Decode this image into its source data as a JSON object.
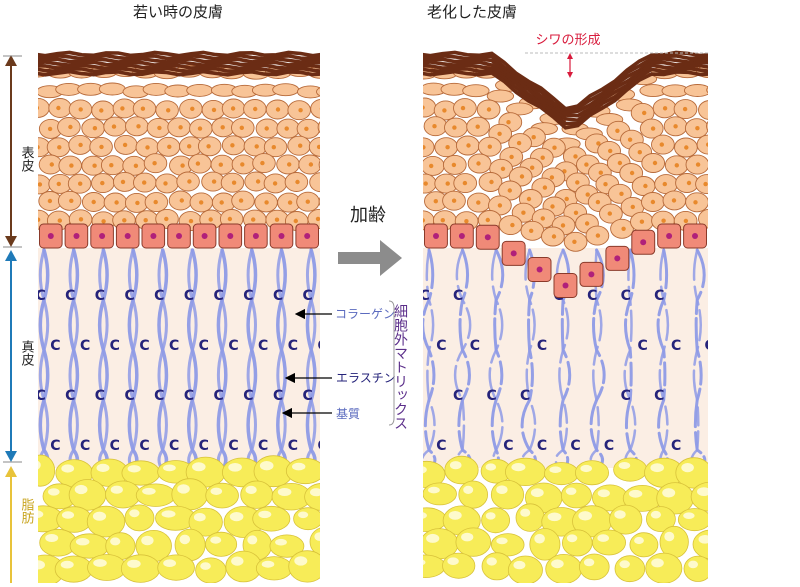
{
  "titles": {
    "young": "若い時の皮膚",
    "aged": "老化した皮膚"
  },
  "aging_label": "加齢",
  "wrinkle_label": "シワの形成",
  "layers": {
    "epidermis": "表皮",
    "dermis": "真皮",
    "fat": "脂肪"
  },
  "components": {
    "collagen": "コラーゲン",
    "elastin": "エラスチン",
    "matrix": "基質"
  },
  "matrix_group": "細胞外マトリックス",
  "colors": {
    "corneum": "#6b2c14",
    "cell_fill": "#f8c497",
    "cell_stroke": "#b76a3a",
    "nucleus": "#e8892c",
    "basal_fill": "#f08a78",
    "basal_nucleus": "#b0207a",
    "dermis_bg": "#fbeee4",
    "collagen": "#8e9ae6",
    "elastin": "#25237a",
    "fat": "#f7ec58",
    "fat_highlight": "#fffde0",
    "epidermis_arrow": "#6b3a1c",
    "dermis_arrow": "#1f7ab8",
    "fat_arrow": "#e8c33a",
    "matrix_text": "#5b2e8a",
    "component_text": "#5b6bbf",
    "wrinkle_text": "#d81b3c",
    "aging_arrow": "#8c8c8c"
  }
}
